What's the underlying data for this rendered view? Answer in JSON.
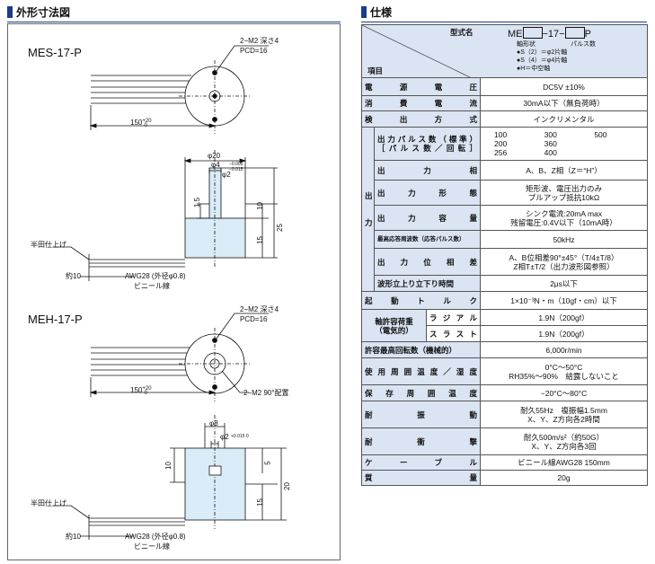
{
  "left": {
    "title": "外形寸法図",
    "mes": {
      "model": "MES-17-P",
      "hole_note": "2−M2 深さ4",
      "pcd": "PCD=16",
      "cable_len": "150",
      "cable_tol_plus": "+20",
      "cable_tol_minus": "0",
      "dia": "φ20",
      "shaft_dia": "φ4",
      "shaft_tol_1": "−0.006",
      "shaft_tol_2": "−0.015",
      "flat_dia": "φ2",
      "dim_1_5": "1.5",
      "dim_10": "10",
      "dim_15": "15",
      "dim_25": "25",
      "solder": "半田仕上げ",
      "strip": "約10",
      "awg": "AWG28 (外径φ0.8)",
      "vinyl": "ビニール線"
    },
    "meh": {
      "model": "MEH-17-P",
      "hole_note": "2−M2 深さ4",
      "pcd": "PCD=16",
      "cable_len": "150",
      "cable_tol_plus": "+20",
      "cable_tol_minus": "0",
      "hole_note2": "2−M2 90°配置",
      "dia": "φ8",
      "hole_dia": "φ2",
      "hole_tol": "+0.015 0",
      "dim_10": "10",
      "dim_5": "5",
      "dim_15": "15",
      "dim_20": "20",
      "solder": "半田仕上げ",
      "strip": "約10",
      "awg": "AWG28 (外径φ0.8)",
      "vinyl": "ビニール線"
    }
  },
  "right": {
    "title": "仕様",
    "header": {
      "type_label": "型式名",
      "item_label": "項目",
      "model_prefix": "ME",
      "model_mid": "−17−",
      "model_suffix": "P",
      "shaft_label": "軸形状",
      "pulse_label": "パルス数",
      "opt1": "●S（2）＝φ2片軸",
      "opt2": "●S（4）＝φ4片軸",
      "opt3": "●H＝中空軸"
    },
    "group_output_1": "出",
    "group_output_2": "力",
    "rows": {
      "voltage": {
        "label": "電源電圧",
        "value": "DC5V ±10%"
      },
      "current": {
        "label": "消費電流",
        "value": "30mA以下（無負荷時）"
      },
      "method": {
        "label": "検出方式",
        "value": "インクリメンタル"
      },
      "pulses": {
        "label": "出力パルス数（標準）",
        "label2": "［パルス数／回転］",
        "values": [
          "100",
          "300",
          "500",
          "200",
          "360",
          "",
          "256",
          "400",
          ""
        ]
      },
      "phase": {
        "label": "出力相",
        "value": "A、B、Z相（Z＝“H”）"
      },
      "form": {
        "label": "出力形態",
        "value1": "矩形波、電圧出力のみ",
        "value2": "プルアップ抵抗10kΩ"
      },
      "capacity": {
        "label": "出力容量",
        "value1": "シンク電流:20mA max",
        "value2": "残留電圧:0.4V以下（10mA時）"
      },
      "freq": {
        "label": "最高応答周波数（応答パルス数）",
        "value": "50kHz"
      },
      "phase_diff": {
        "label": "出力位相差",
        "value1": "A、B位相差90°±45°（T/4±T/8）",
        "value2": "Z相T±T/2（出力波形図参照）"
      },
      "rise": {
        "label": "波形立上り立下り時間",
        "value": "2μs以下"
      },
      "torque": {
        "label": "起動トルク",
        "value": "1×10⁻³N・m（10gf・cm）以下"
      },
      "load_label1": "軸許容荷重",
      "load_label2": "（電気的）",
      "radial": {
        "label": "ラジアル",
        "value": "1.9N（200gf）"
      },
      "thrust": {
        "label": "スラスト",
        "value": "1.9N（200gf）"
      },
      "speed": {
        "label": "許容最高回転数（機械的）",
        "value": "6,000r/min"
      },
      "env": {
        "label": "使用周囲温度／湿度",
        "value1": "0°C〜50°C",
        "value2": "RH35%〜90%　結露しないこと"
      },
      "storage": {
        "label": "保存周囲温度",
        "value": "−20°C〜80°C"
      },
      "vibration": {
        "label": "耐振動",
        "value1": "耐久55Hz　複振幅1.5mm",
        "value2": "X、Y、Z方向各2時間"
      },
      "shock": {
        "label": "耐衝撃",
        "value1": "耐久500m/s²（約50G）",
        "value2": "X、Y、Z方向各3回"
      },
      "cable": {
        "label": "ケーブル",
        "value": "ビニール線AWG28  150mm"
      },
      "mass": {
        "label": "質量",
        "value": "20g"
      }
    }
  },
  "colors": {
    "accent": "#1a3c8f",
    "label_bg": "#dbe4f2",
    "body_fill": "#d9ecf7"
  }
}
